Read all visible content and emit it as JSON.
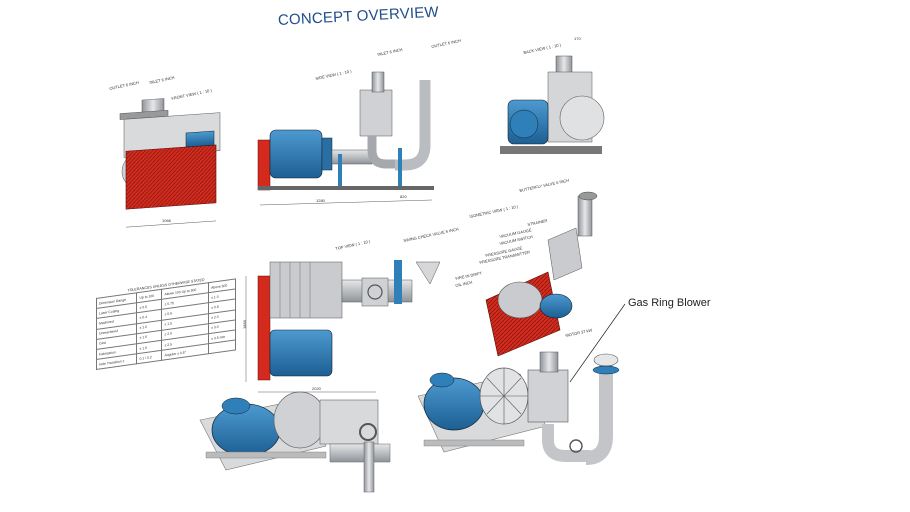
{
  "title": "CONCEPT OVERVIEW",
  "views": {
    "front": "FRONT VIEW ( 1 : 10 )",
    "side": "SIDE VIEW ( 1 : 10 )",
    "back": "BACK VIEW ( 1 : 10 )",
    "top": "TOP VIEW ( 1 : 10 )",
    "isometric": "ISOMETRIC VIEW ( 1 : 10 )"
  },
  "labels": {
    "outlet_front": "OUTLET 6 INCH",
    "inlet_front": "INLET 6 INCH",
    "inlet_side": "INLET 6 INCH",
    "outlet_side": "OUTLET 6 INCH",
    "butterfly": "BUTTERFLY VALVE 6 INCH",
    "swing_check": "SWING CHECK VALVE 6 INCH",
    "strainer": "STRAINER",
    "vacuum_gauge": "VACUUM GAUGE",
    "vacuum_switch": "VACUUM SWITCH",
    "pressure_gauge": "PRESSURE GAUGE",
    "pressure_transmitter": "PRESSURE TRANSMITTER",
    "fire_in_drift": "FIRE IN DRIFT",
    "oil_inch": "OIL INCH",
    "motor": "MOTOR 37 kW"
  },
  "dimensions": {
    "front_width": "1066",
    "side_a": "1280",
    "side_b": "820",
    "back_top": "170",
    "top_height": "1880",
    "top_width": "2020"
  },
  "table": {
    "caption": "TOLERANCES UNLESS OTHERWISE STATED",
    "header": [
      "Dimension Range",
      "Up to 100",
      "Above 100 Up to 500",
      "Above 500"
    ],
    "rows": [
      [
        "Laser Cutting",
        "± 0.5",
        "± 0.75",
        "± 1.0"
      ],
      [
        "Machined",
        "± 0.4",
        "± 0.6",
        "± 0.8"
      ],
      [
        "Unmachined",
        "± 1.0",
        "± 1.5",
        "± 2.0"
      ],
      [
        "Cast",
        "± 1.5",
        "± 2.0",
        "± 3.0"
      ],
      [
        "Fabrication",
        "± 1.5",
        "± 2.5",
        "± 3.5 mm"
      ],
      [
        "Hole Transition ±",
        "0.1 / 0.2",
        "Angular ± 0.5°",
        ""
      ]
    ]
  },
  "callout": "Gas Ring Blower",
  "colors": {
    "title": "#1f4e8a",
    "motor": "#2f7fb8",
    "panel": "#d42a1e",
    "steel": "#b9bcc0"
  }
}
